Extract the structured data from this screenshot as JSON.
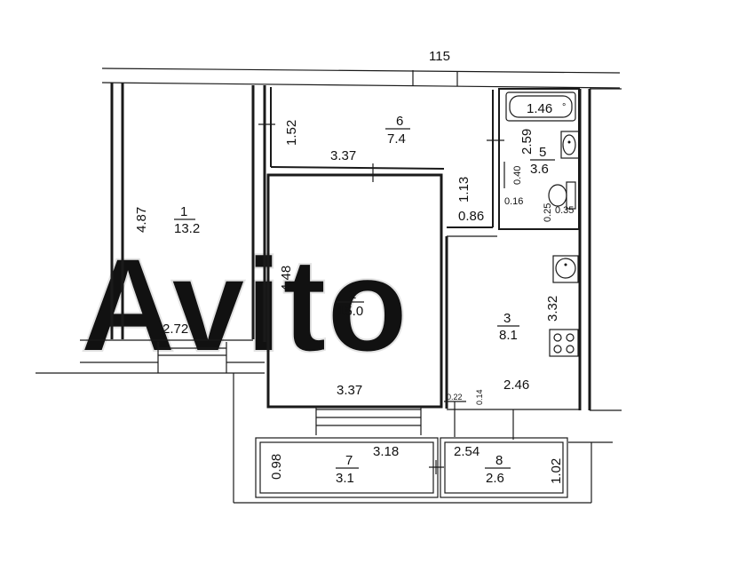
{
  "watermark": "Avito",
  "outer_dimension": "115",
  "rooms": [
    {
      "id": "1",
      "number": "1",
      "area": "13.2",
      "dims": [
        "4.87",
        "2.72"
      ]
    },
    {
      "id": "2",
      "number": "2",
      "area": "15.0",
      "dims": [
        "4.48",
        "3.37",
        "3.37"
      ]
    },
    {
      "id": "3",
      "number": "3",
      "area": "8.1",
      "dims": [
        "3.32",
        "2.46",
        "0.86"
      ]
    },
    {
      "id": "5",
      "number": "5",
      "area": "3.6",
      "dims": [
        "2.59",
        "0.40",
        "0.16",
        "0.25",
        "0.35"
      ]
    },
    {
      "id": "6",
      "number": "6",
      "area": "7.4",
      "dims": [
        "1.52",
        "1.13"
      ]
    },
    {
      "id": "7",
      "number": "7",
      "area": "3.1",
      "dims": [
        "0.98",
        "3.18"
      ]
    },
    {
      "id": "8",
      "number": "8",
      "area": "2.6",
      "dims": [
        "2.54",
        "1.02"
      ]
    }
  ],
  "small_marks": [
    "0.22",
    "0.14"
  ],
  "fixtures": {
    "bathtub_label": "1.46"
  },
  "icons": [
    "bathtub-icon",
    "washbasin-icon",
    "toilet-icon",
    "stove-icon"
  ]
}
